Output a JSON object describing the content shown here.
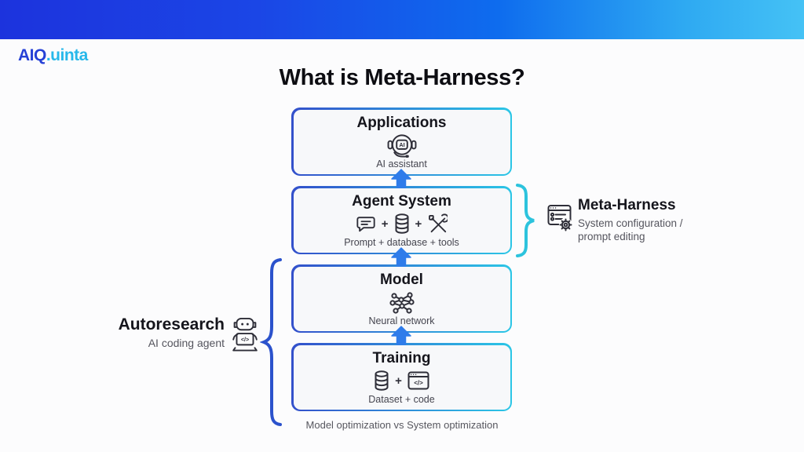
{
  "logo": {
    "part1": "AIQ",
    "part2": ".uinta"
  },
  "title": "What is Meta-Harness?",
  "symbols": {
    "plus": "+"
  },
  "icons": {
    "ai_label": "AI",
    "code_label": "</>"
  },
  "stack": {
    "boxes": [
      {
        "title": "Applications",
        "caption": "AI assistant",
        "icon": "ai-assistant"
      },
      {
        "title": "Agent System",
        "caption": "Prompt + database + tools",
        "icon": "prompt-database-tools"
      },
      {
        "title": "Model",
        "caption": "Neural network",
        "icon": "neural-network"
      },
      {
        "title": "Training",
        "caption": "Dataset + code",
        "icon": "database-code"
      }
    ],
    "footer_caption": "Model optimization vs System optimization"
  },
  "annotations": {
    "meta_harness": {
      "title": "Meta-Harness",
      "subtitle_line1": "System configuration /",
      "subtitle_line2": "prompt editing"
    },
    "autoresearch": {
      "title": "Autoresearch",
      "subtitle": "AI coding agent"
    }
  },
  "colors": {
    "header_gradient_left": "#1c33dd",
    "header_gradient_right": "#45c2f5",
    "box_border_left": "#3350cb",
    "box_border_right": "#2bc6e6",
    "box_fill": "#f7f8fa",
    "arrow_blue": "#2f7cea",
    "left_brace_blue": "#2b52cc",
    "right_brace_cyan": "#2cc3dd",
    "logo_blue": "#2641d6",
    "logo_cyan": "#27b8ea"
  }
}
